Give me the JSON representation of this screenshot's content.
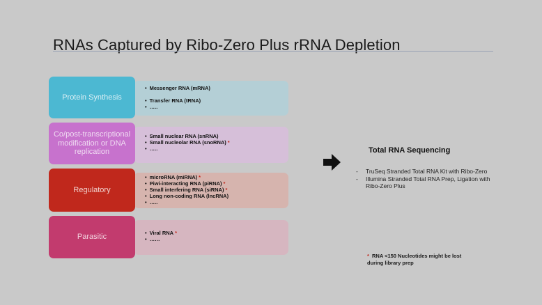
{
  "slide": {
    "title": "RNAs Captured by Ribo-Zero Plus rRNA Depletion"
  },
  "categories": [
    {
      "label": "Protein Synthesis",
      "box_color": "#4cb8d2",
      "label_color": "#d9eef4",
      "panel_color": "#b4cfd6",
      "items": [
        {
          "text": "Messenger RNA (mRNA)",
          "star": ""
        },
        {
          "text": "",
          "star": ""
        },
        {
          "text": "Transfer RNA (tRNA)",
          "star": ""
        },
        {
          "text": "…..",
          "star": ""
        }
      ]
    },
    {
      "label": "Co/post-transcriptional modification or DNA replication",
      "box_color": "#c772cd",
      "label_color": "#f0dcf2",
      "panel_color": "#d6bfd9",
      "items": [
        {
          "text": "Small nuclear RNA (snRNA)",
          "star": ""
        },
        {
          "text": "Small nucleolar RNA (snoRNA)",
          "star": "*"
        },
        {
          "text": "…..",
          "star": ""
        }
      ]
    },
    {
      "label": "Regulatory",
      "box_color": "#c0281c",
      "label_color": "#f2d6d2",
      "panel_color": "#d6b4ae",
      "items": [
        {
          "text": "microRNA (miRNA)",
          "star": "*"
        },
        {
          "text": "Piwi-interacting RNA (piRNA)",
          "star": "*"
        },
        {
          "text": "Small interfering RNA (siRNA)",
          "star": "*"
        },
        {
          "text": "Long non-coding RNA (lncRNA)",
          "star": ""
        },
        {
          "text": "…..",
          "star": ""
        }
      ]
    },
    {
      "label": "Parasitic",
      "box_color": "#c23b6e",
      "label_color": "#f2d3df",
      "panel_color": "#d6b6c0",
      "items": [
        {
          "text": "Viral RNA",
          "star": "*"
        },
        {
          "text": "……",
          "star": ""
        }
      ]
    }
  ],
  "right": {
    "title": "Total RNA Sequencing",
    "items": [
      "TruSeq Stranded Total RNA Kit with Ribo-Zero",
      "Illumina Stranded Total RNA Prep, Ligation with Ribo-Zero Plus"
    ],
    "arrow_icon": "right-arrow-icon"
  },
  "footnote": {
    "star": "*",
    "text": "RNA <150 Nucleotides might be lost during library prep"
  }
}
